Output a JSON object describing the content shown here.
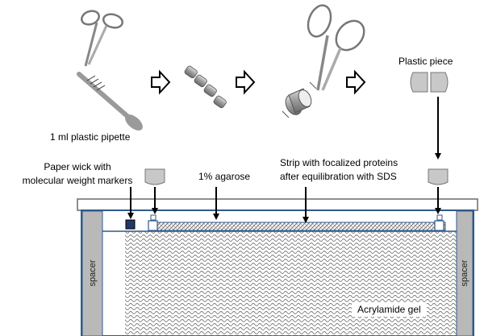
{
  "labels": {
    "pipette": "1 ml plastic pipette",
    "plastic_piece": "Plastic piece",
    "paper_wick_line1": "Paper wick with",
    "paper_wick_line2": "molecular weight markers",
    "agarose": "1% agarose",
    "strip_line1": "Strip with focalized proteins",
    "strip_line2": "after equilibration with SDS",
    "spacer": "spacer",
    "gel": "Acrylamide gel"
  },
  "colors": {
    "frame_blue": "#2f5a8c",
    "spacer_gray": "#b9b9b9",
    "piece_gray": "#c8c8c8",
    "wick_navy": "#1f3a66"
  },
  "icons": [
    "scissors-icon",
    "pipette-icon",
    "pipette-pieces-icon",
    "cut-cylinder-icon",
    "plastic-piece-icon",
    "process-arrow-icon"
  ]
}
